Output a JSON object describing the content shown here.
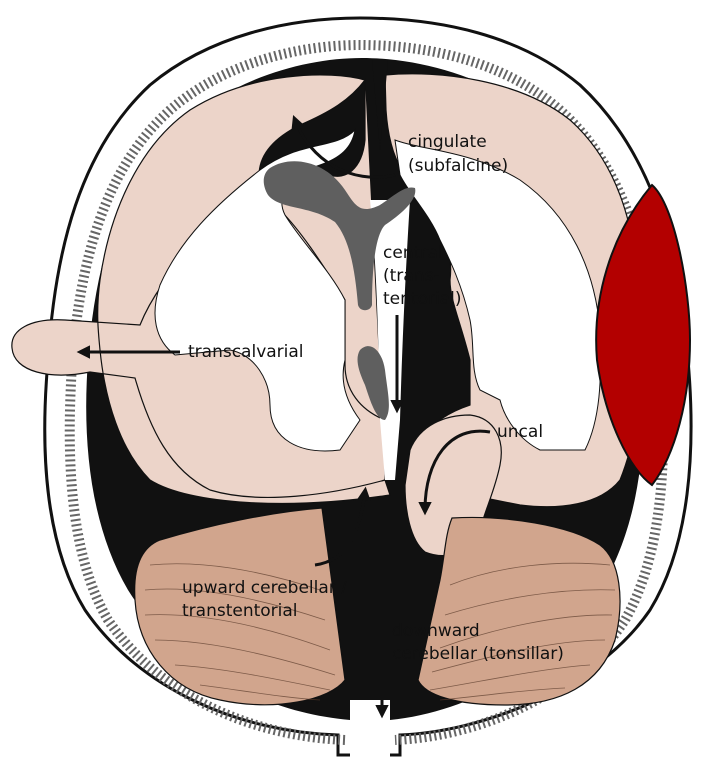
{
  "labels": {
    "cingulate": [
      "cingulate",
      "(subfalcine)"
    ],
    "central": [
      "central",
      "(trans-",
      "tentorial)"
    ],
    "transcalvarial": "transcalvarial",
    "uncal": "uncal",
    "upward": [
      "upward cerebellar /",
      "transtentorial"
    ],
    "downward": [
      "downward",
      "cerebellar (tonsillar)"
    ]
  },
  "colors": {
    "skull": "#ffffff",
    "dura": "#111111",
    "gray_matter": "#ecd4c9",
    "white_matter": "#ffffff",
    "ventricle": "#5f5f5f",
    "cerebellum": "#d1a58d",
    "hematoma": "#b30000",
    "arrow": "#111111"
  }
}
